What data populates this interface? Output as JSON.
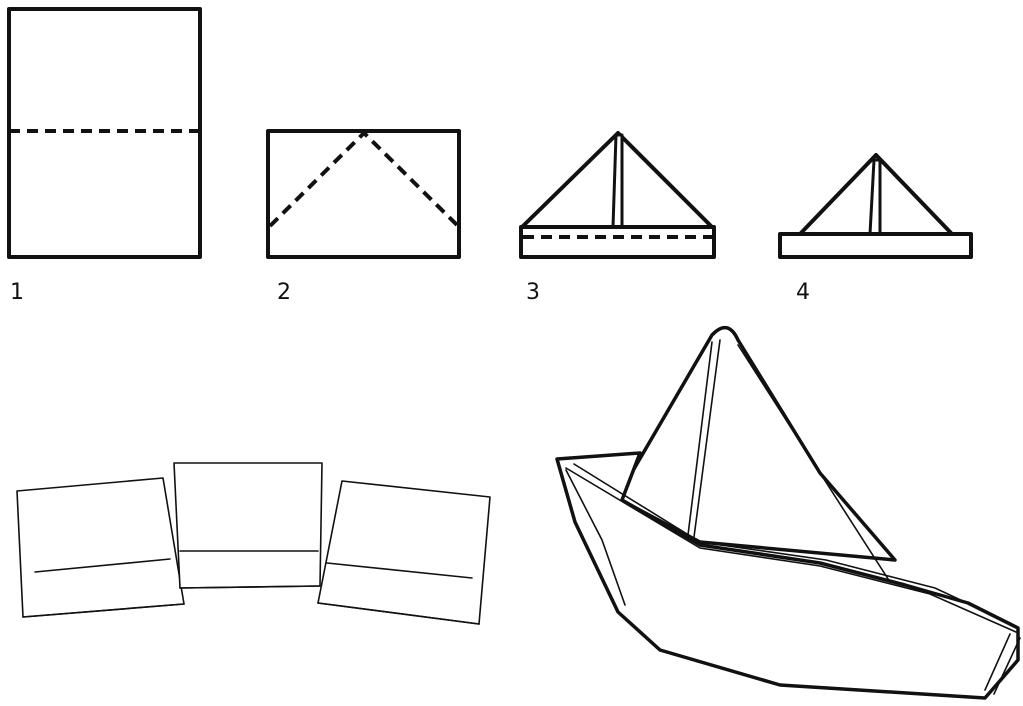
{
  "steps": [
    {
      "label": "1"
    },
    {
      "label": "2"
    },
    {
      "label": "3"
    },
    {
      "label": "4"
    }
  ],
  "colors": {
    "ink": "#111111",
    "paper": "#ffffff"
  }
}
